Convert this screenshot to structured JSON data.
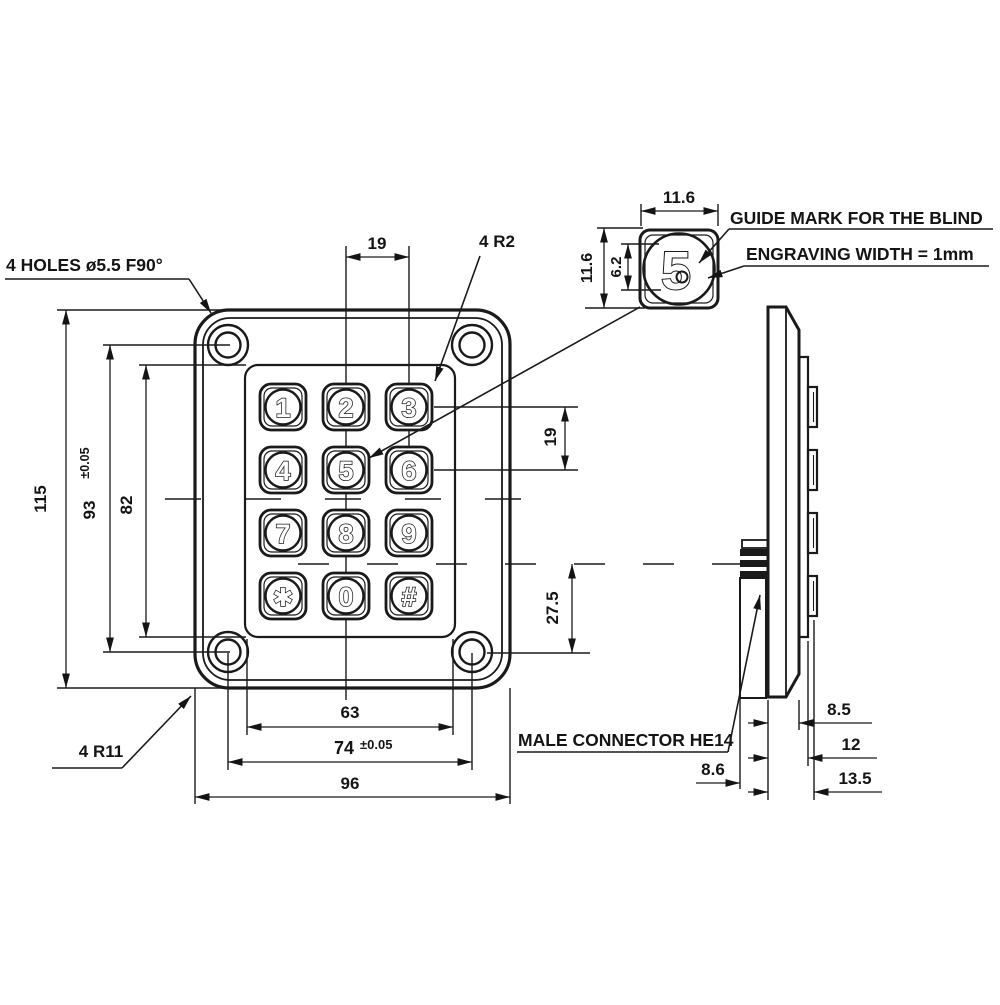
{
  "drawing_title": "12-key keypad dimensional drawing",
  "front_view": {
    "keys": [
      "1",
      "2",
      "3",
      "4",
      "5",
      "6",
      "7",
      "8",
      "9",
      "✱",
      "0",
      "#"
    ],
    "notes": {
      "holes": "4 HOLES  ø5.5  F90°",
      "key_radius": "4 R2",
      "panel_radius": "4 R11"
    },
    "dims": {
      "key_pitch_h": "19",
      "key_pitch_v": "19",
      "total_height": "115",
      "hole_spacing_v": "93",
      "hole_tol_v": "±0.05",
      "panel_height": "82",
      "connector_to_hole": "27.5",
      "panel_width": "63",
      "hole_spacing_h": "74",
      "hole_tol_h": "±0.05",
      "total_width": "96"
    }
  },
  "detail_view": {
    "key_label": "5",
    "dims": {
      "key_width": "11.6",
      "key_height": "11.6",
      "mark_offset": "6.2"
    },
    "notes": {
      "guide_mark": "GUIDE MARK FOR THE BLIND",
      "engraving": "ENGRAVING WIDTH = 1mm"
    }
  },
  "side_view": {
    "notes": {
      "connector": "MALE CONNECTOR HE14"
    },
    "dims": {
      "front_depth": "8.5",
      "mid_depth": "12",
      "total_depth": "13.5",
      "connector_depth": "8.6"
    }
  }
}
